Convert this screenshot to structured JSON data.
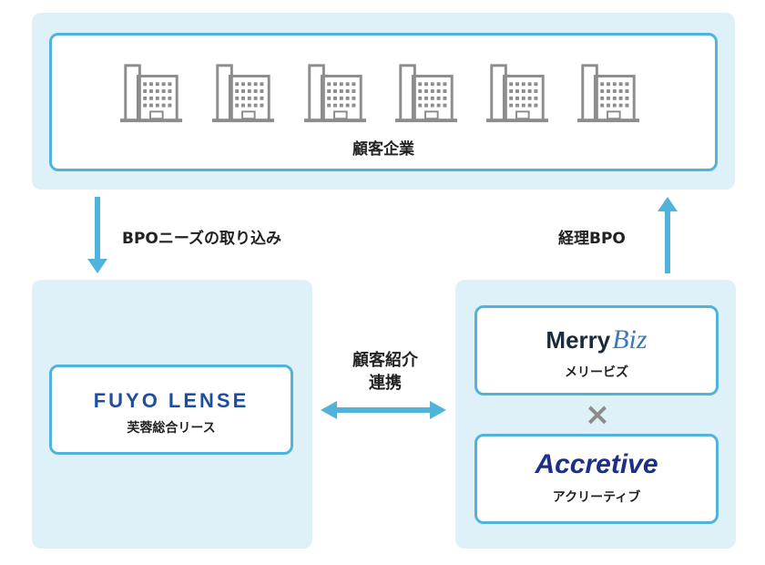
{
  "clients": {
    "label": "顧客企業",
    "building_icons": [
      "building-icon",
      "building-icon",
      "building-icon",
      "building-icon",
      "building-icon",
      "building-icon"
    ]
  },
  "flows": {
    "down_label": "BPOニーズの取り込み",
    "up_label": "経理BPO",
    "mid_label_line1": "顧客紹介",
    "mid_label_line2": "連携"
  },
  "fuyo": {
    "logo_text": "FUYO LENSE",
    "name": "芙蓉総合リース"
  },
  "merry": {
    "logo_text_main": "Merry",
    "logo_text_sub": "Biz",
    "name": "メリービズ"
  },
  "cross_symbol": "×",
  "accretive": {
    "logo_text": "Accretive",
    "name": "アクリーティブ"
  },
  "colors": {
    "panel_bg": "#dff1f8",
    "card_border": "#4fb3dc",
    "arrow": "#4fb3dc",
    "fuyo_logo": "#1f4e9e",
    "merry_logo": "#1a2a3a",
    "biz_logo": "#3a78c2",
    "accretive_logo": "#1d2f86",
    "icon_gray": "#8c8c8c"
  }
}
